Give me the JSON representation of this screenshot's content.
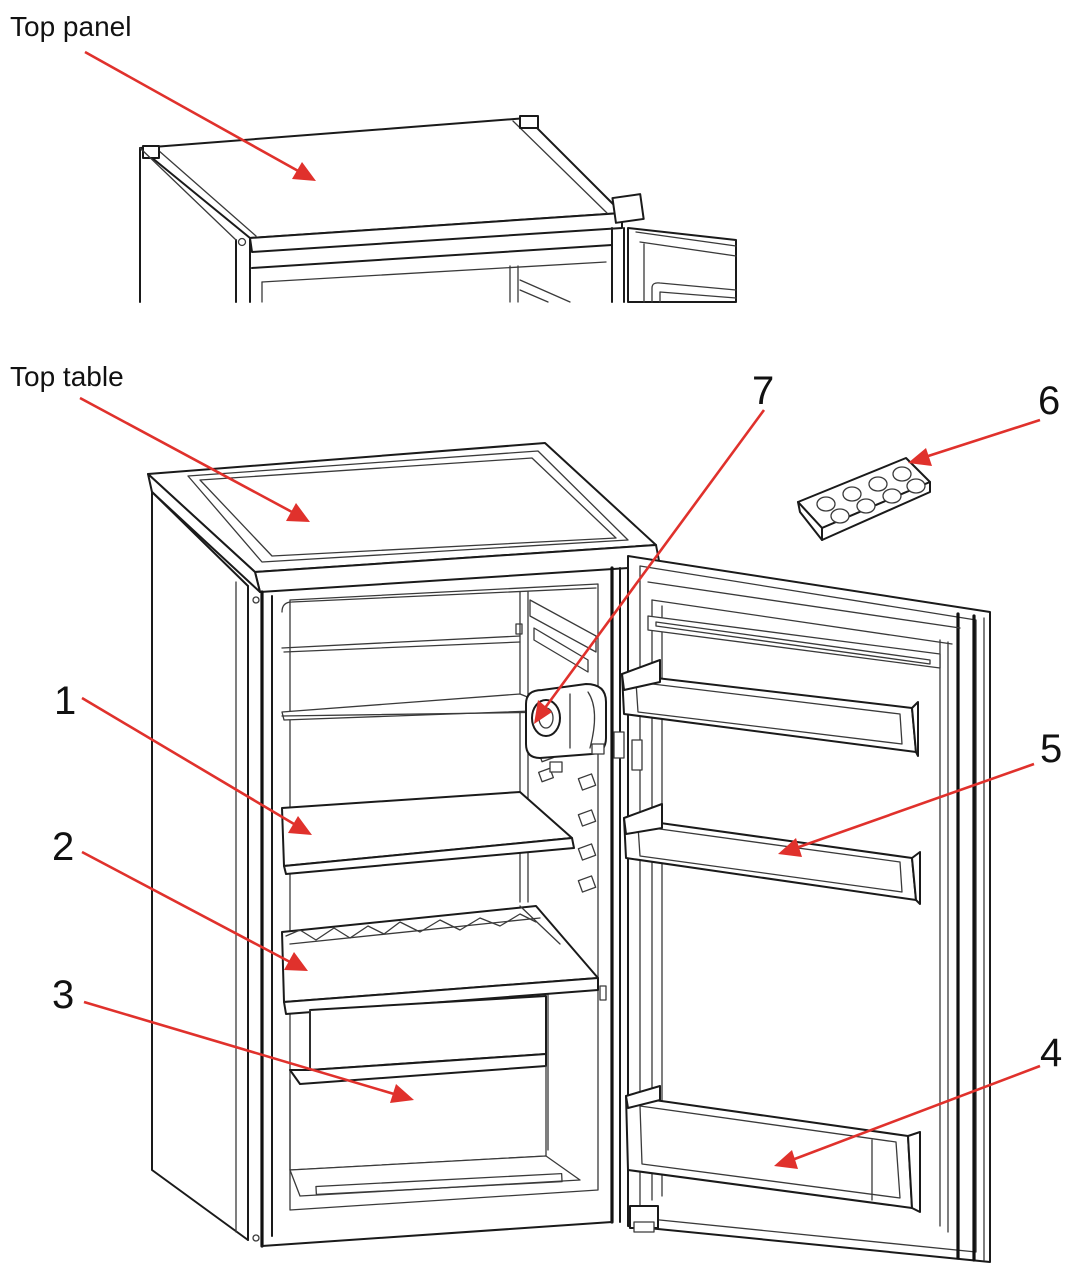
{
  "labels": {
    "top_panel": "Top panel",
    "top_table": "Top table",
    "n1": "1",
    "n2": "2",
    "n3": "3",
    "n4": "4",
    "n5": "5",
    "n6": "6",
    "n7": "7"
  },
  "colors": {
    "arrow": "#e0312c",
    "line": "#1a1a1a",
    "background": "#ffffff"
  }
}
